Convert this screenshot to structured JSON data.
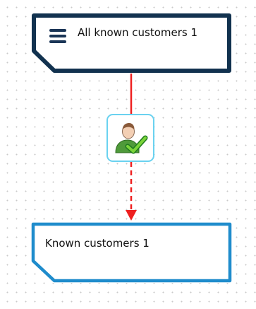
{
  "canvas": {
    "background": "#ffffff",
    "grid_dot_color": "#c9c9c9"
  },
  "nodes": {
    "source": {
      "label": "All known customers 1",
      "icon": "menu-lines-icon",
      "border_color": "#12324f"
    },
    "action": {
      "icon": "user-verified-icon",
      "border_color": "#6ad2f0"
    },
    "target": {
      "label": "Known customers 1",
      "border_color": "#1f8ccc"
    }
  },
  "connectors": {
    "color": "#ee2020",
    "incoming_style": "solid",
    "outgoing_style": "dashed",
    "outgoing_arrow": "arrowhead"
  }
}
